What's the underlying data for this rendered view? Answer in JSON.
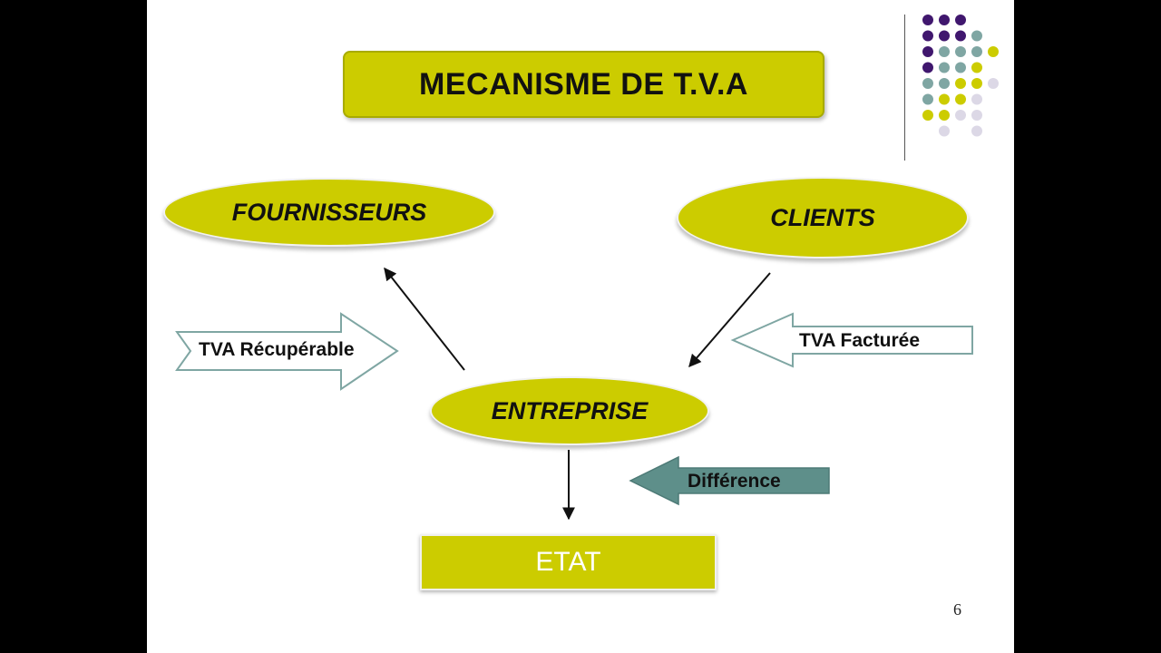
{
  "title": "MECANISME  DE T.V.A",
  "nodes": {
    "fournisseurs": "FOURNISSEURS",
    "clients": "CLIENTS",
    "entreprise": "ENTREPRISE",
    "etat": "ETAT"
  },
  "arrows": {
    "tva_recuperable": "TVA Récupérable",
    "tva_facturee": "TVA Facturée",
    "difference": "Différence"
  },
  "page_number": "6",
  "colors": {
    "olive": "#cccc00",
    "teal": "#5e8f8a",
    "purple": "#40176e",
    "gray_teal": "#7fa6a3",
    "lavender": "#dcd8e6"
  }
}
